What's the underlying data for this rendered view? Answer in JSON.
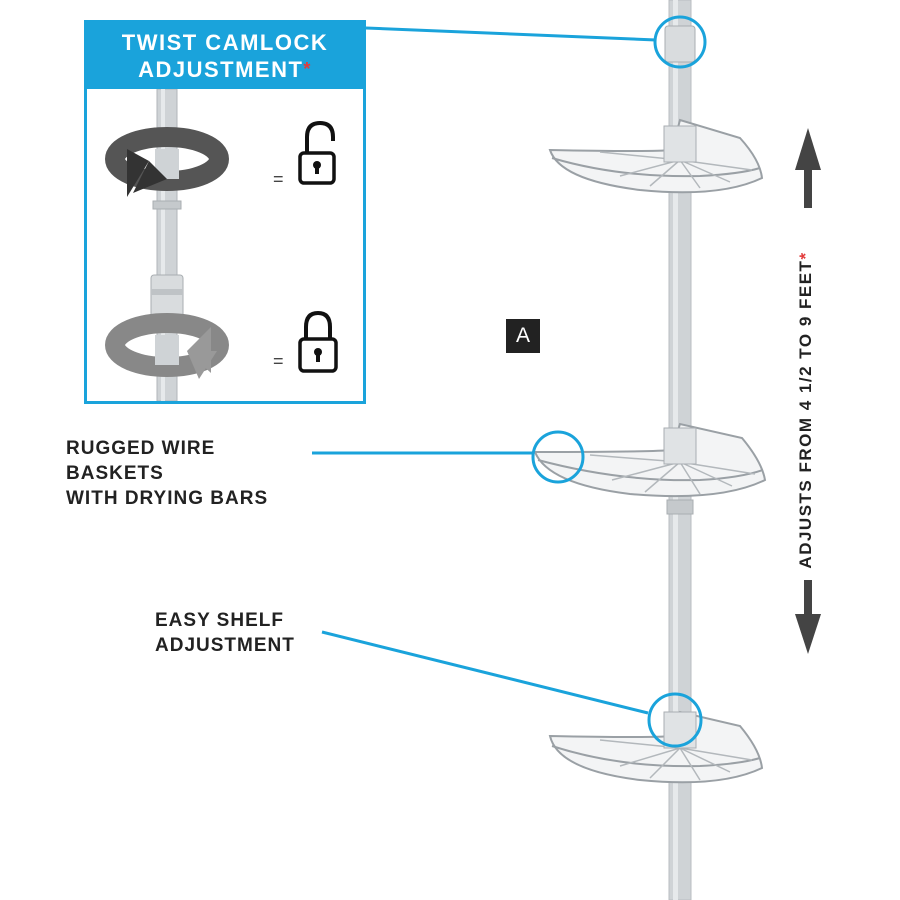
{
  "inset": {
    "title_line1": "TWIST CAMLOCK",
    "title_line2": "ADJUSTMENT",
    "asterisk": "*",
    "rows": [
      {
        "equals": "=",
        "state": "unlocked",
        "icon": "unlocked-padlock-icon"
      },
      {
        "equals": "=",
        "state": "locked",
        "icon": "locked-padlock-icon"
      }
    ]
  },
  "callouts": {
    "wire_baskets": [
      "RUGGED WIRE",
      "BASKETS",
      "WITH DRYING BARS"
    ],
    "shelf_adjust": [
      "EASY SHELF",
      "ADJUSTMENT"
    ]
  },
  "marker_label": "A",
  "height_label": "ADJUSTS FROM 4 1/2 TO 9 FEET",
  "height_asterisk": "*",
  "colors": {
    "accent_blue": "#1aa3db",
    "asterisk_red": "#e23b3b",
    "text_dark": "#222222",
    "pole_grey": "#cfd3d6",
    "arrow_grey": "#444444"
  }
}
